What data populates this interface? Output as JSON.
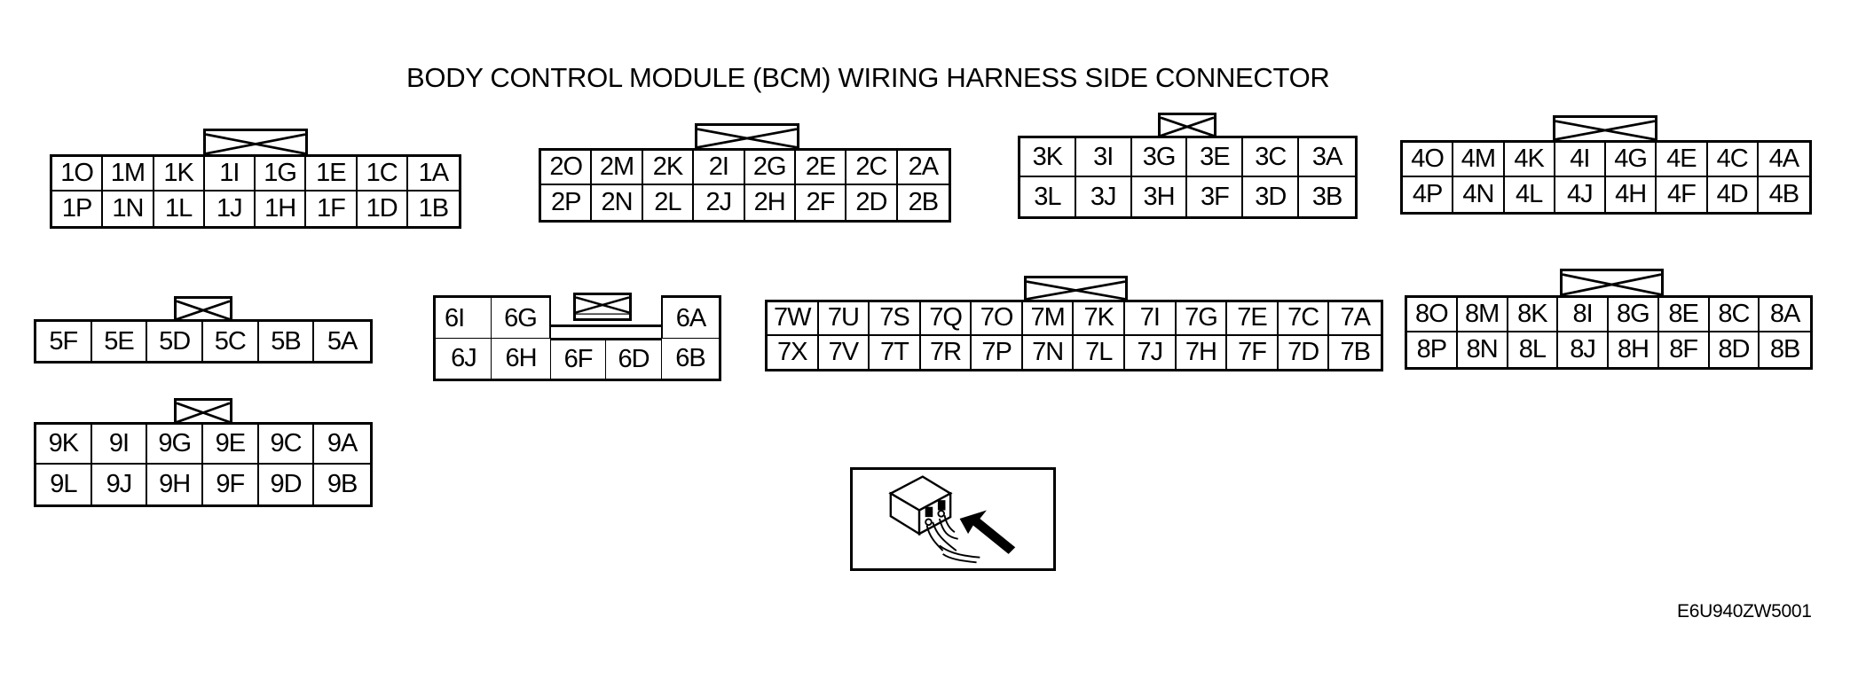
{
  "title": "BODY CONTROL MODULE (BCM) WIRING HARNESS SIDE CONNECTOR",
  "figure_id": "E6U940ZW5001",
  "icon": {
    "name": "harness-side-view-icon",
    "description": "connector viewed from wiring harness side, arrow pointing to terminals"
  },
  "connectors": {
    "c1": {
      "id": "1",
      "top_row": [
        "1O",
        "1M",
        "1K",
        "1I",
        "1G",
        "1E",
        "1C",
        "1A"
      ],
      "bottom_row": [
        "1P",
        "1N",
        "1L",
        "1J",
        "1H",
        "1F",
        "1D",
        "1B"
      ]
    },
    "c2": {
      "id": "2",
      "top_row": [
        "2O",
        "2M",
        "2K",
        "2I",
        "2G",
        "2E",
        "2C",
        "2A"
      ],
      "bottom_row": [
        "2P",
        "2N",
        "2L",
        "2J",
        "2H",
        "2F",
        "2D",
        "2B"
      ]
    },
    "c3": {
      "id": "3",
      "top_row": [
        "3K",
        "3I",
        "3G",
        "3E",
        "3C",
        "3A"
      ],
      "bottom_row": [
        "3L",
        "3J",
        "3H",
        "3F",
        "3D",
        "3B"
      ]
    },
    "c4": {
      "id": "4",
      "top_row": [
        "4O",
        "4M",
        "4K",
        "4I",
        "4G",
        "4E",
        "4C",
        "4A"
      ],
      "bottom_row": [
        "4P",
        "4N",
        "4L",
        "4J",
        "4H",
        "4F",
        "4D",
        "4B"
      ]
    },
    "c5": {
      "id": "5",
      "top_row": [
        "5F",
        "5E",
        "5D",
        "5C",
        "5B",
        "5A"
      ]
    },
    "c6": {
      "id": "6",
      "top_row": [
        "6I",
        "6G",
        "6A"
      ],
      "bottom_row": [
        "6J",
        "6H",
        "6F",
        "6D",
        "6B"
      ]
    },
    "c7": {
      "id": "7",
      "top_row": [
        "7W",
        "7U",
        "7S",
        "7Q",
        "7O",
        "7M",
        "7K",
        "7I",
        "7G",
        "7E",
        "7C",
        "7A"
      ],
      "bottom_row": [
        "7X",
        "7V",
        "7T",
        "7R",
        "7P",
        "7N",
        "7L",
        "7J",
        "7H",
        "7F",
        "7D",
        "7B"
      ]
    },
    "c8": {
      "id": "8",
      "top_row": [
        "8O",
        "8M",
        "8K",
        "8I",
        "8G",
        "8E",
        "8C",
        "8A"
      ],
      "bottom_row": [
        "8P",
        "8N",
        "8L",
        "8J",
        "8H",
        "8F",
        "8D",
        "8B"
      ]
    },
    "c9": {
      "id": "9",
      "top_row": [
        "9K",
        "9I",
        "9G",
        "9E",
        "9C",
        "9A"
      ],
      "bottom_row": [
        "9L",
        "9J",
        "9H",
        "9F",
        "9D",
        "9B"
      ]
    }
  }
}
